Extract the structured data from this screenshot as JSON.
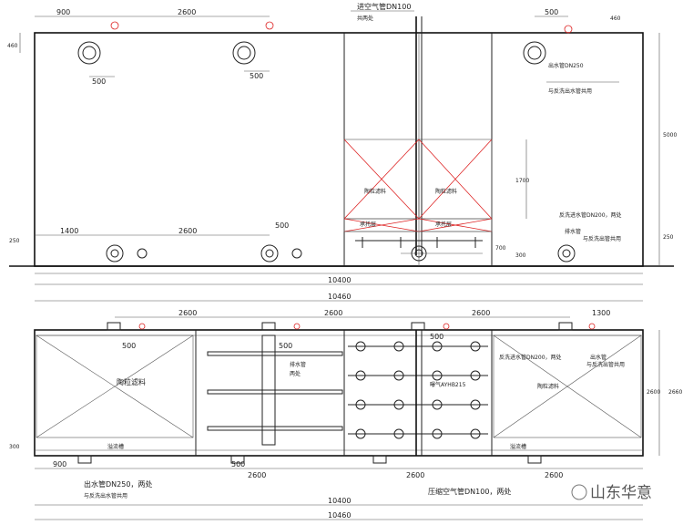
{
  "dims": {
    "top_900": "900",
    "top_2600": "2600",
    "top_500_a": "500",
    "top_500_b": "500",
    "top_460": "460",
    "top_500_r": "500",
    "top_460_r": "460",
    "bot_1400": "1400",
    "bot_2600": "2600",
    "bot_500": "500",
    "side_250_l": "250",
    "side_1700": "1700",
    "side_700": "700",
    "side_300": "300",
    "side_5000": "5000",
    "side_250_r": "250",
    "total_10400": "10400",
    "total_10460": "10460",
    "plan_2600_a": "2600",
    "plan_2600_b": "2600",
    "plan_2600_c": "2600",
    "plan_1300": "1300",
    "plan_500_a": "500",
    "plan_500_b": "500",
    "plan_500_c": "500",
    "plan_2600_side": "2600",
    "plan_2660_side": "2660",
    "plan_300": "300",
    "plan_900": "900",
    "plan_2600_d": "2600",
    "plan_500_d": "500",
    "plan_2600_e": "2600",
    "plan_2600_f": "2600",
    "plan_10400": "10400",
    "plan_10460": "10460"
  },
  "labels": {
    "air_pipe_top_1": "进空气管DN100",
    "air_pipe_top_2": "共两处",
    "outlet_pipe_1": "出水管DN250",
    "outlet_pipe_2": "与反洗出水管共用",
    "backwash_inlet_1": "反洗进水管DN200，两处",
    "backwash_inlet_2": "排水管",
    "backwash_inlet_3": "与反洗出管共用",
    "filter_media_left": "陶粒滤料",
    "filter_media_right": "陶粒滤料",
    "support_left": "承托层",
    "support_right": "承托层",
    "plan_filter_left": "陶粒滤料",
    "plan_drain_pipe_1": "排水管",
    "plan_drain_pipe_2": "两处",
    "plan_aerator": "曝气AYHB215",
    "plan_backwash_1": "反洗进水管DN200，两处",
    "plan_backwash_2": "出水管",
    "plan_backwash_3": "与反洗出管共用",
    "plan_filter_right": "陶粒滤料",
    "plan_overflow_left": "溢流槽",
    "plan_overflow_right": "溢流槽",
    "plan_outlet_1": "出水管DN250，两处",
    "plan_outlet_2": "与反洗出水管共用",
    "plan_air_pipe": "压缩空气管DN100，两处",
    "watermark": "山东华意"
  }
}
